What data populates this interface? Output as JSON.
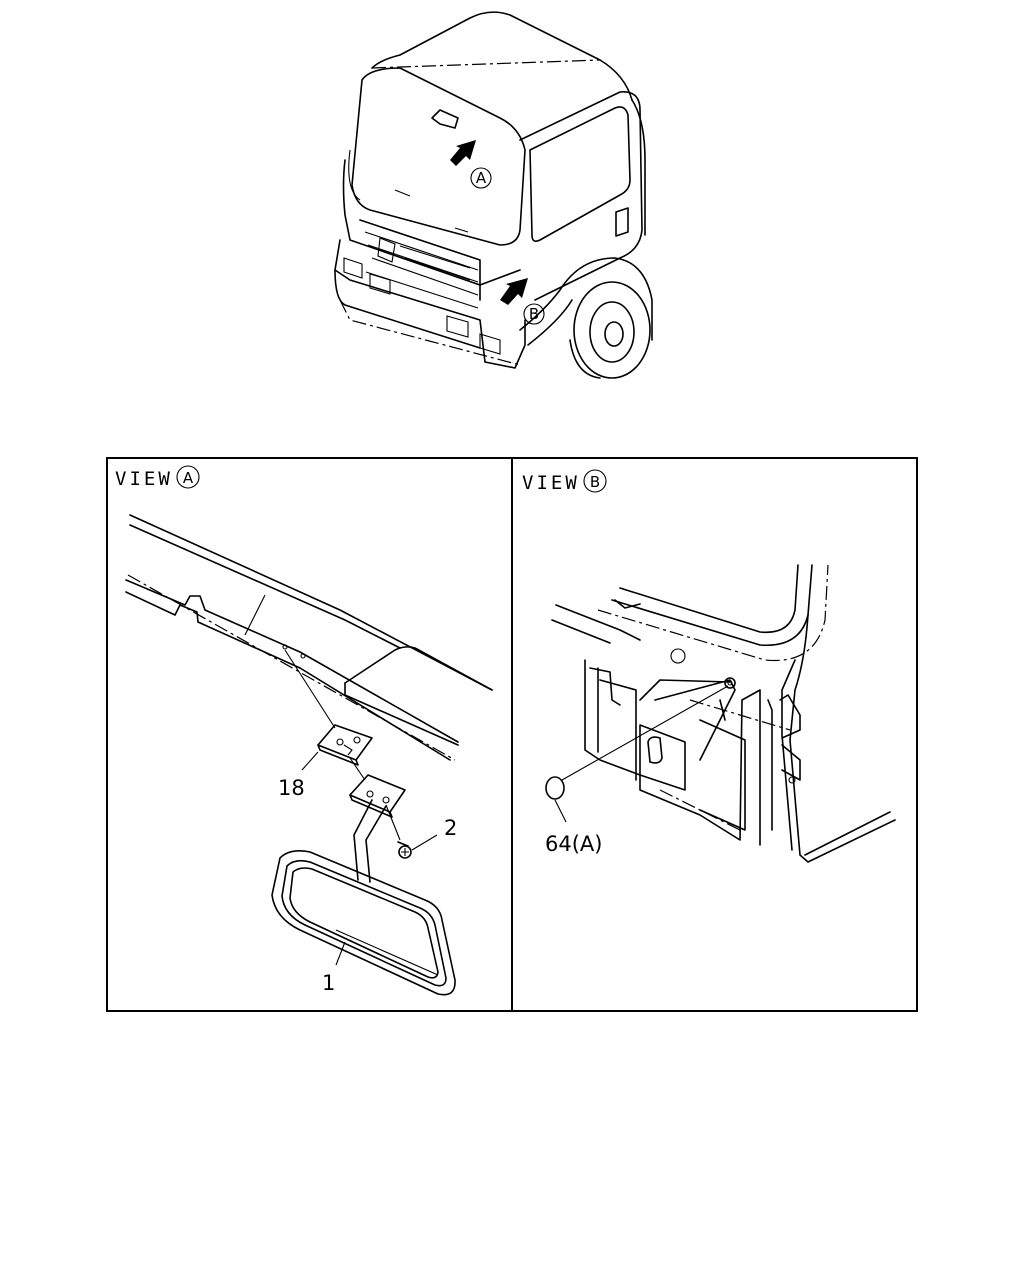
{
  "overview": {
    "callout_a": "A",
    "callout_b": "B"
  },
  "panel_a": {
    "view_word": "VIEW",
    "view_letter": "A",
    "labels": {
      "p18": "18",
      "p2": "2",
      "p1": "1"
    }
  },
  "panel_b": {
    "view_word": "VIEW",
    "view_letter": "B",
    "labels": {
      "p64": "64(A)"
    }
  }
}
